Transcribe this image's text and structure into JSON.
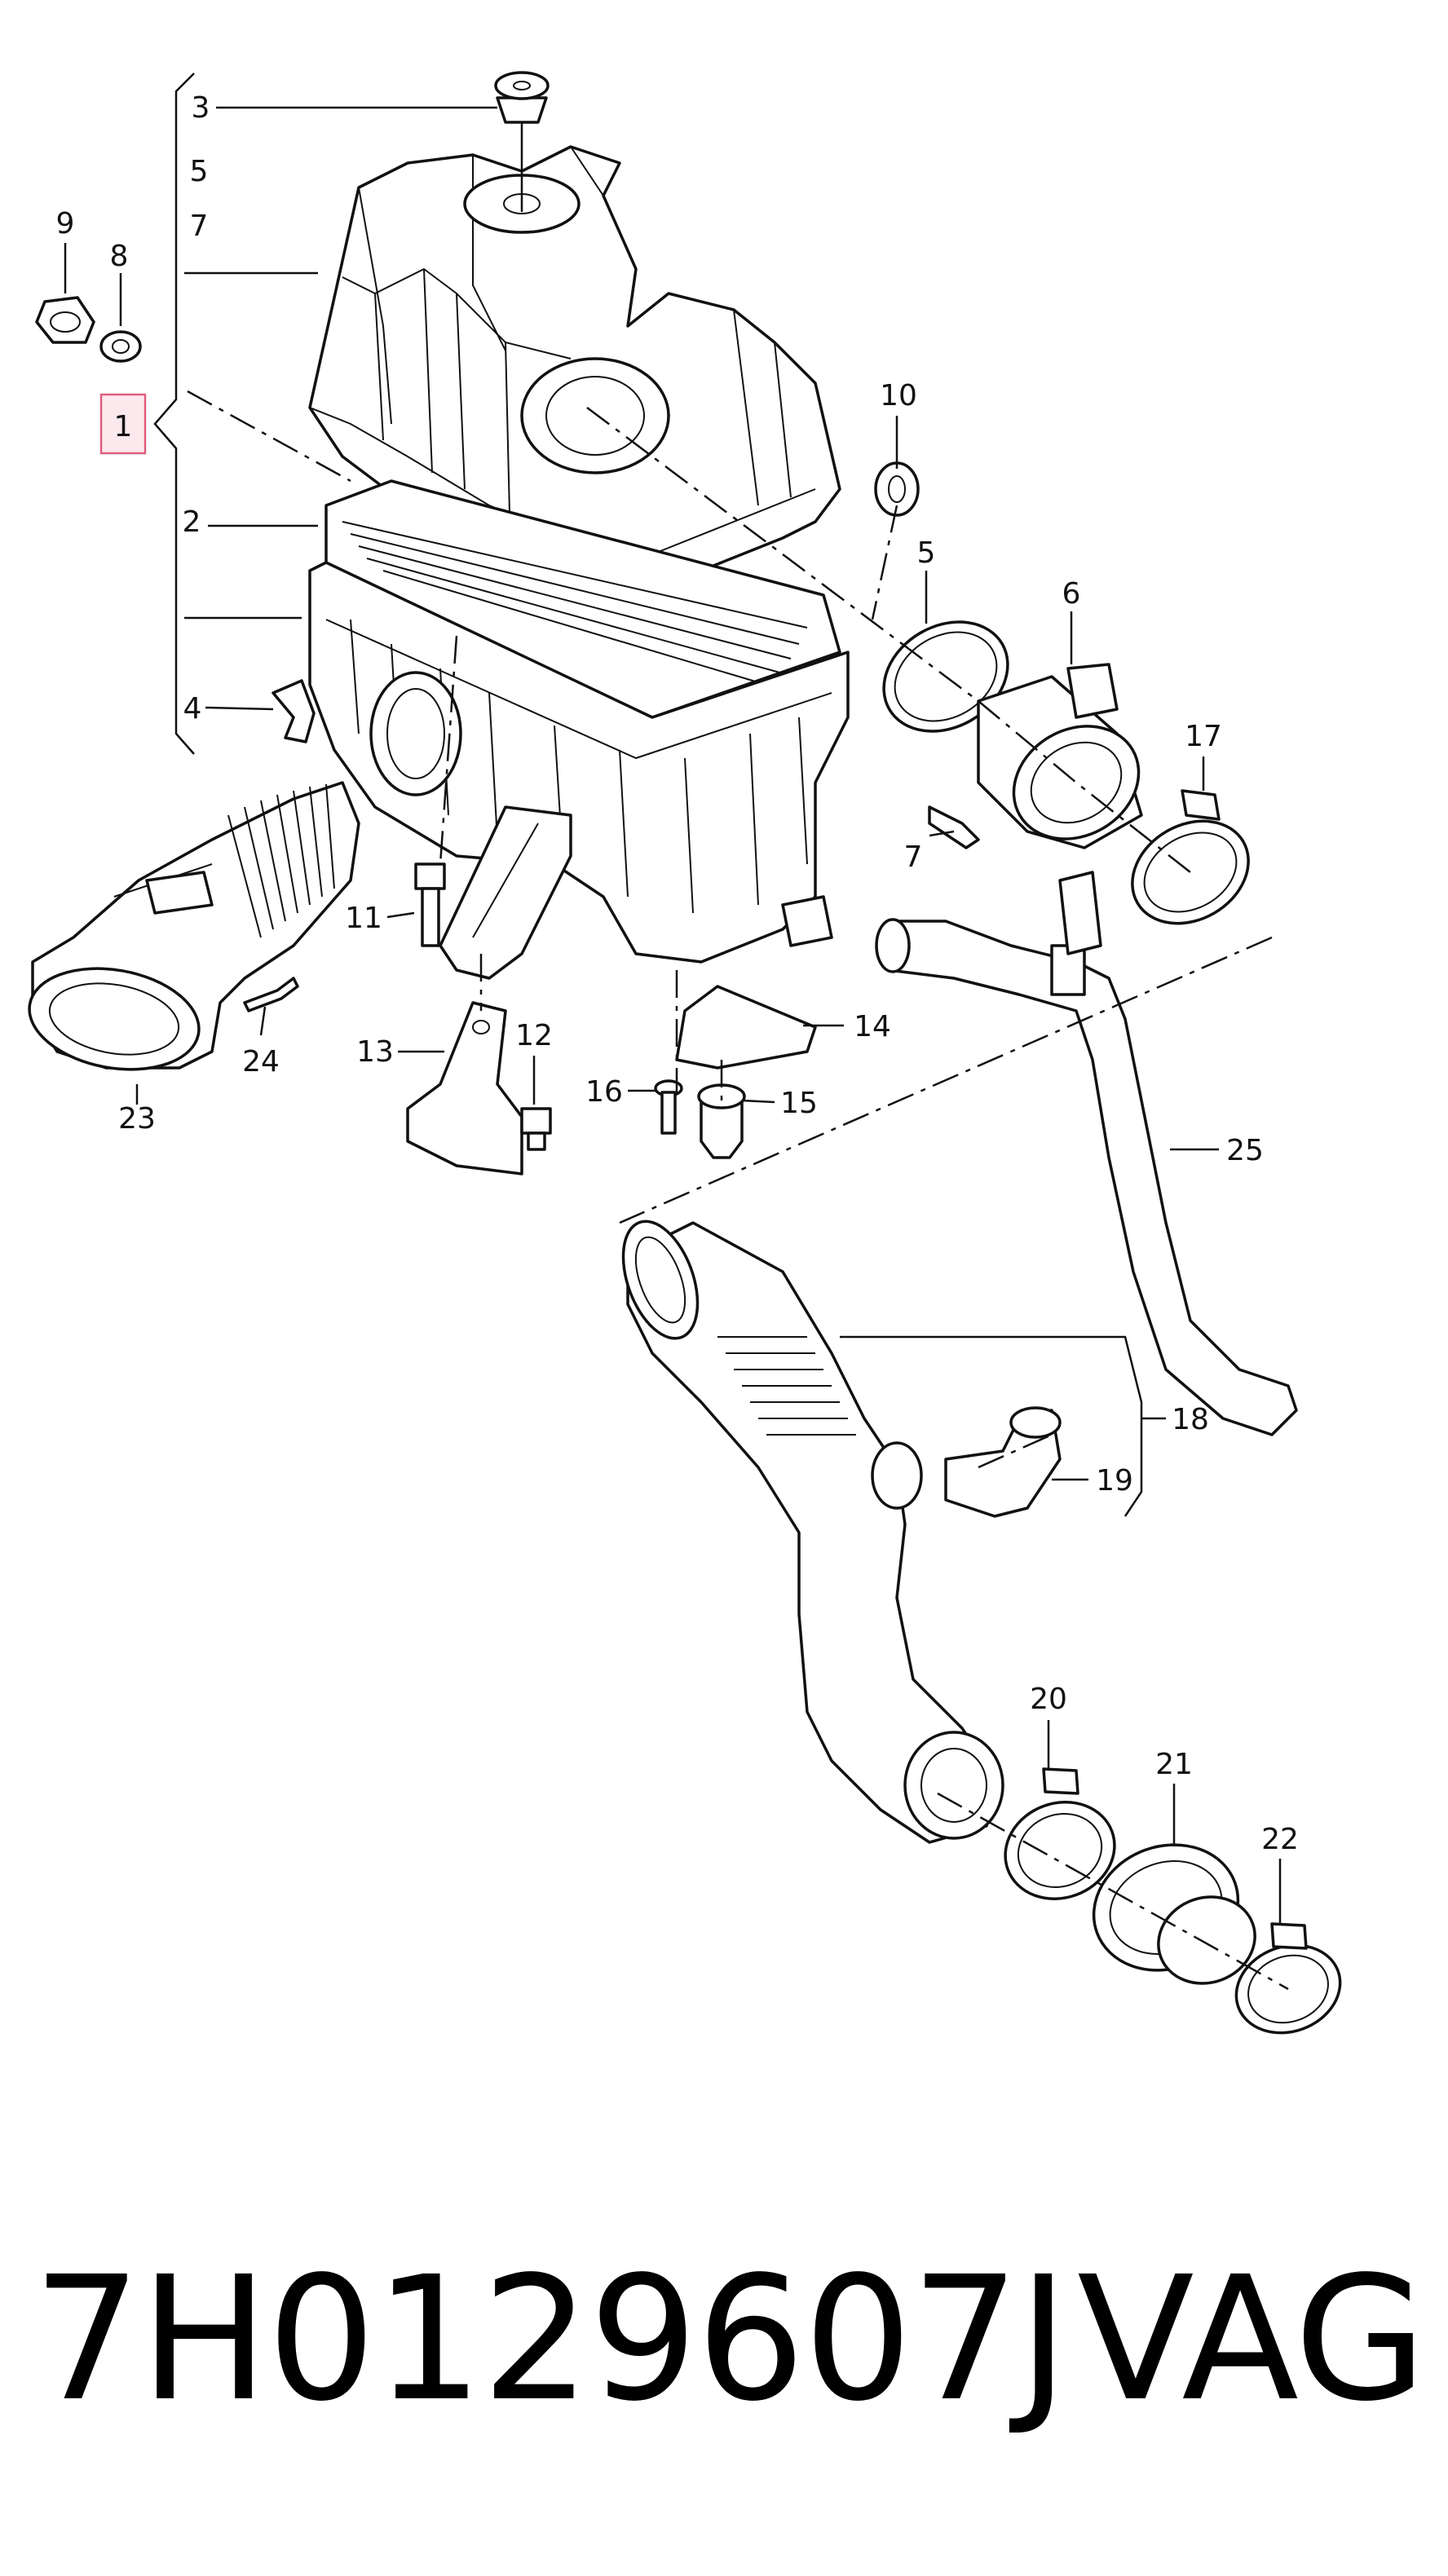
{
  "footer": {
    "part_number": "7H0129607J",
    "brand": "VAG"
  },
  "callouts": {
    "c1": "1",
    "c2": "2",
    "c3": "3",
    "c4": "4",
    "c5a": "5",
    "c5b": "5",
    "c6": "6",
    "c7a": "7",
    "c7b": "7",
    "c8": "8",
    "c9": "9",
    "c10": "10",
    "c11": "11",
    "c12": "12",
    "c13": "13",
    "c14": "14",
    "c15": "15",
    "c16": "16",
    "c17": "17",
    "c18": "18",
    "c19": "19",
    "c20": "20",
    "c21": "21",
    "c22": "22",
    "c23": "23",
    "c24": "24",
    "c25": "25"
  },
  "colors": {
    "line": "#111111",
    "highlight_fill": "#fbe9ee",
    "highlight_border": "#e05d7a"
  }
}
